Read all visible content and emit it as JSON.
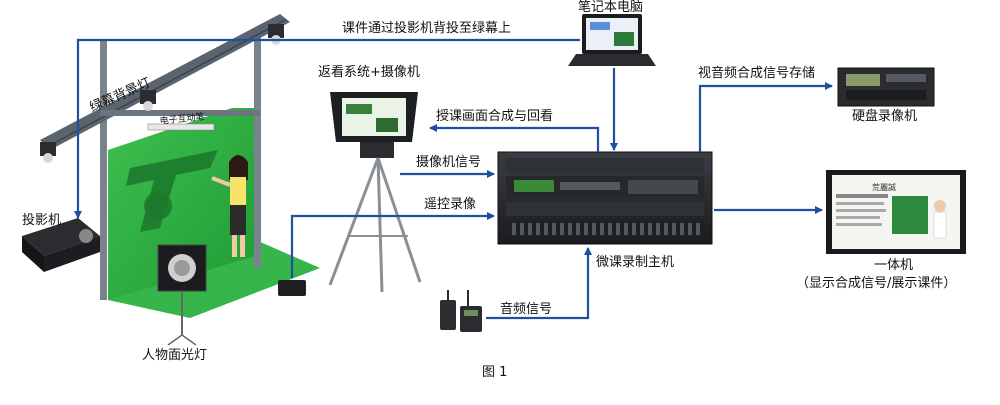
{
  "labels": {
    "green_backlight": "绿幕背景灯",
    "projector_note": "课件通过投影机背投至绿幕上",
    "laptop": "笔记本电脑",
    "teleprompter_camera": "返看系统+摄像机",
    "electronic_pen": "电子互动笔",
    "projector": "投影机",
    "face_light": "人物面光灯",
    "composite_playback": "授课画面合成与回看",
    "camera_signal": "摄像机信号",
    "remote_record": "遥控录像",
    "av_storage": "视音频合成信号存储",
    "hdd_recorder": "硬盘录像机",
    "main_recorder": "微课录制主机",
    "audio_signal": "音频信号",
    "all_in_one": "一体机",
    "all_in_one_note": "（显示合成信号/展示课件）",
    "figure_caption": "图 1",
    "screen_title": "荒麗誠"
  },
  "colors": {
    "arrow": "#1f4fa0",
    "green_screen": "#2fb043",
    "truss": "#5a6470",
    "device_dark": "#2a2c30"
  }
}
